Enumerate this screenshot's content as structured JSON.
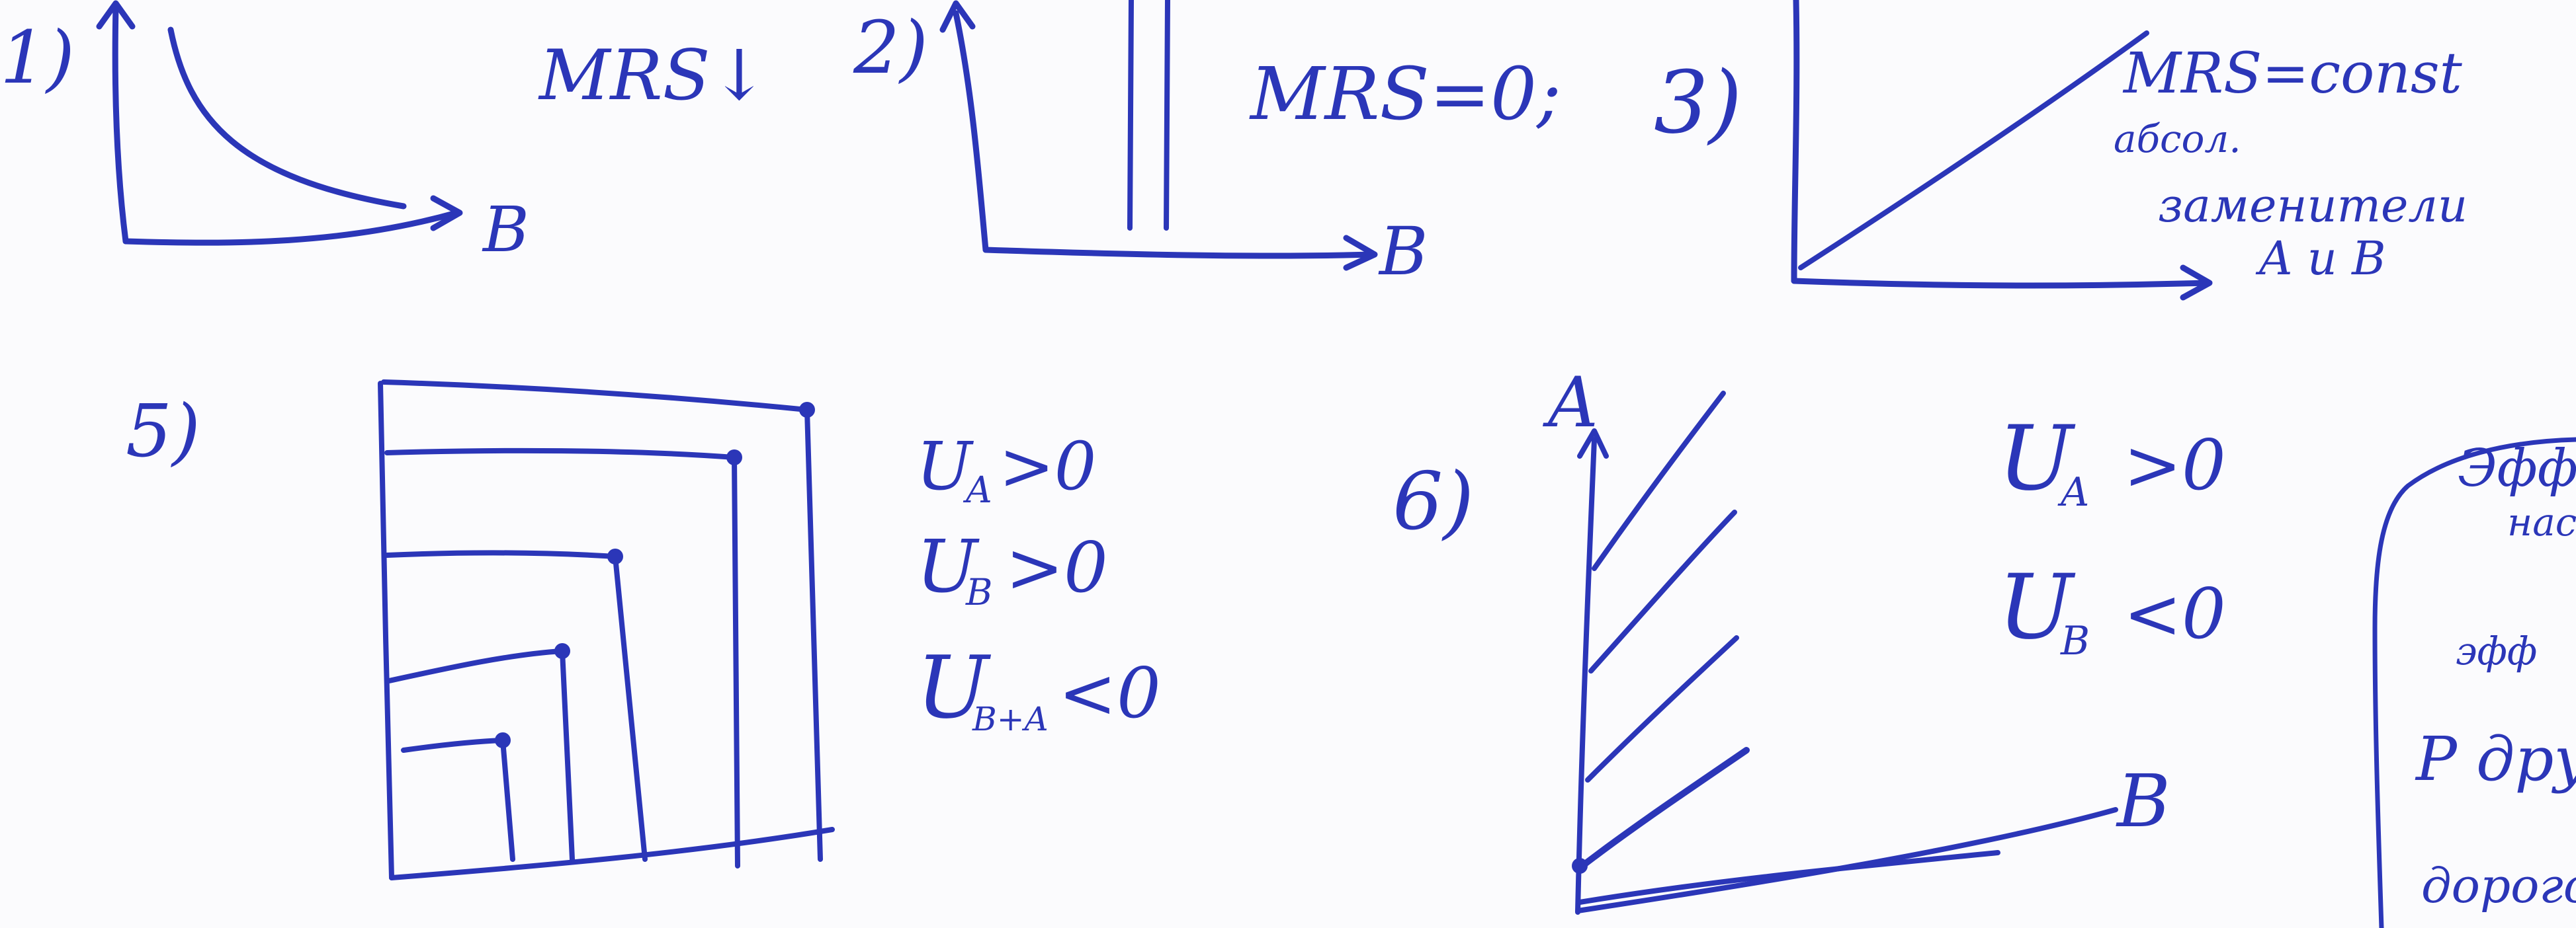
{
  "colors": {
    "ink": "#2b36b8",
    "paper": "#fbfbfd"
  },
  "panel_1": {
    "number": "1)",
    "x_axis": "B",
    "note": "MRS↓"
  },
  "panel_2": {
    "number": "2)",
    "x_axis": "B",
    "note": "MRS=0;"
  },
  "panel_3": {
    "number": "3)",
    "note_line1": "MRS=const",
    "note_line2": "абсол.",
    "note_line3": "заменители",
    "note_line4": "A и B"
  },
  "panel_5": {
    "number": "5)",
    "cond_1": "Uₐ>0",
    "cond_1_main": "U",
    "cond_1_sub": "A",
    "cond_1_rest": ">0",
    "cond_2_main": "U",
    "cond_2_sub": "B",
    "cond_2_rest": ">0",
    "cond_3_main": "U",
    "cond_3_sub": "B+A",
    "cond_3_rest": "<0"
  },
  "panel_6": {
    "number": "6)",
    "y_axis": "A",
    "x_axis": "B",
    "cond_1_main": "U",
    "cond_1_sub": "A",
    "cond_1_rest": ">0",
    "cond_2_main": "U",
    "cond_2_sub": "B",
    "cond_2_rest": "<0"
  },
  "side_note": {
    "line1": "Эфф",
    "line2": "нас",
    "line3": "эфф",
    "line4": "P дру",
    "line5": "дорого"
  }
}
